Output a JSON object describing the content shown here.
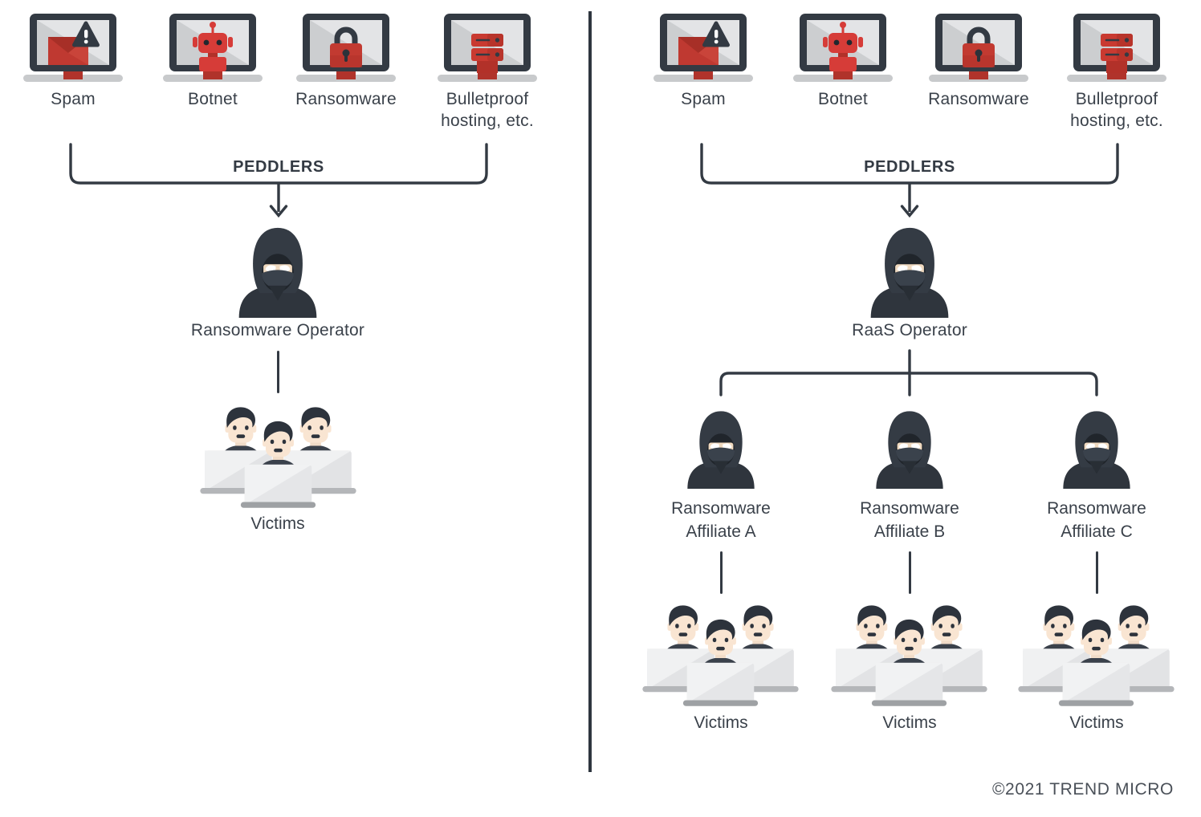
{
  "left_panel": {
    "tools": [
      {
        "label": "Spam",
        "icon": "spam-laptop-icon"
      },
      {
        "label": "Botnet",
        "icon": "botnet-laptop-icon"
      },
      {
        "label": "Ransomware",
        "icon": "ransomware-laptop-icon"
      },
      {
        "label": "Bulletproof hosting, etc.",
        "icon": "bulletproof-hosting-laptop-icon"
      }
    ],
    "peddlers_label": "PEDDLERS",
    "operator_label": "Ransomware Operator",
    "victims_label": "Victims"
  },
  "right_panel": {
    "tools": [
      {
        "label": "Spam",
        "icon": "spam-laptop-icon"
      },
      {
        "label": "Botnet",
        "icon": "botnet-laptop-icon"
      },
      {
        "label": "Ransomware",
        "icon": "ransomware-laptop-icon"
      },
      {
        "label": "Bulletproof hosting, etc.",
        "icon": "bulletproof-hosting-laptop-icon"
      }
    ],
    "peddlers_label": "PEDDLERS",
    "operator_label": "RaaS Operator",
    "affiliates": [
      {
        "name_line1": "Ransomware",
        "name_line2": "Affiliate A",
        "victims_label": "Victims"
      },
      {
        "name_line1": "Ransomware",
        "name_line2": "Affiliate B",
        "victims_label": "Victims"
      },
      {
        "name_line1": "Ransomware",
        "name_line2": "Affiliate C",
        "victims_label": "Victims"
      }
    ]
  },
  "footer": {
    "copyright": "©2021 TREND MICRO"
  },
  "colors": {
    "accent_red": "#c43a31",
    "dark_red": "#a93028",
    "ink": "#333a43",
    "divider": "#2f363f"
  }
}
